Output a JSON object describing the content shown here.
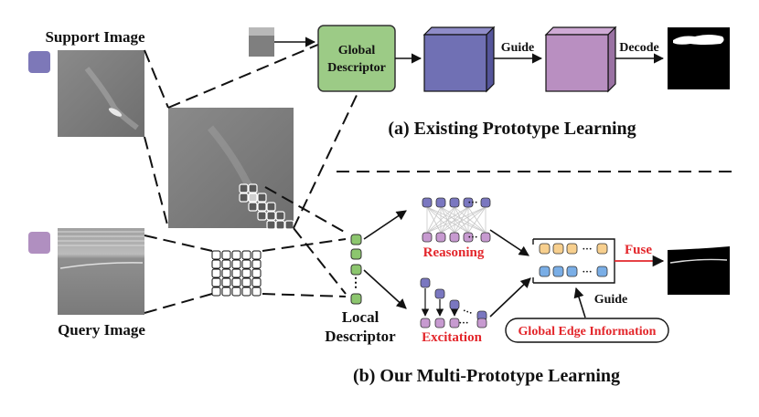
{
  "labels": {
    "support_image": "Support Image",
    "query_image": "Query Image",
    "global_descriptor_line1": "Global",
    "global_descriptor_line2": "Descriptor",
    "guide_top": "Guide",
    "decode": "Decode",
    "caption_a": "(a) Existing Prototype Learning",
    "reasoning": "Reasoning",
    "excitation": "Excitation",
    "fuse": "Fuse",
    "guide_bottom": "Guide",
    "global_edge_information": "Global Edge Information",
    "local_descriptor_line1": "Local",
    "local_descriptor_line2": "Descriptor",
    "ellipsis": "···",
    "vertical_ellipsis": "⋮",
    "caption_b": "(b) Our Multi-Prototype Learning"
  },
  "colors": {
    "support_square": "#7d78b8",
    "query_square": "#b08fc0",
    "global_box": "#9ccb86",
    "blue_cube": "#7070b4",
    "pink_cube": "#b98fc1",
    "local_node": "#8cc66e",
    "node_blue": "#7a77c0",
    "node_pink": "#c79ad0",
    "fuse_orange": "#f7cf8e",
    "fuse_blue": "#7aaee6",
    "accent_red": "#e3262b"
  }
}
